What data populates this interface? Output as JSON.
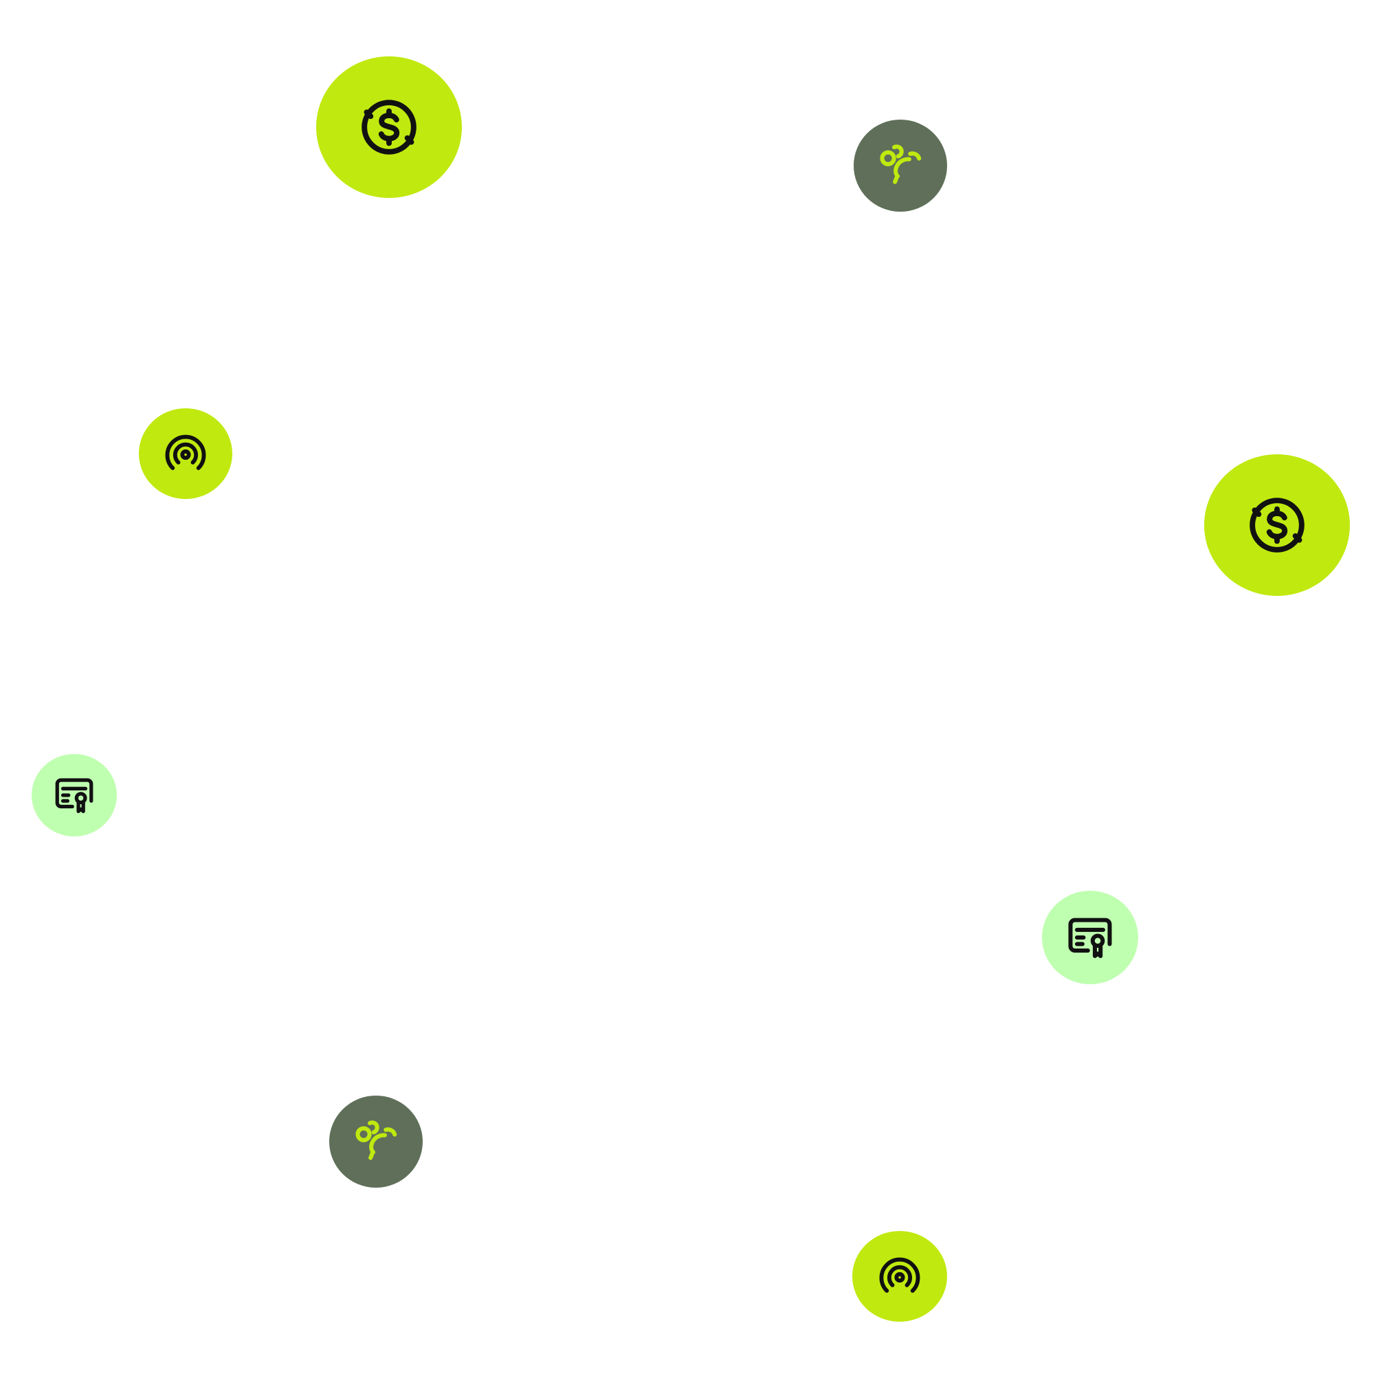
{
  "colors": {
    "background": "#ffffff",
    "lime": "#c0e90f",
    "olive": "#5f6f59",
    "mint": "#bfffb0",
    "icon_dark": "#111111",
    "icon_lime": "#c0e90f"
  },
  "bubbles": [
    {
      "icon": "dollar-refresh-icon",
      "fill": "lime"
    },
    {
      "icon": "people-group-icon",
      "fill": "olive"
    },
    {
      "icon": "broadcast-icon",
      "fill": "lime"
    },
    {
      "icon": "dollar-refresh-icon",
      "fill": "lime"
    },
    {
      "icon": "certificate-icon",
      "fill": "mint"
    },
    {
      "icon": "certificate-icon",
      "fill": "mint"
    },
    {
      "icon": "people-group-icon",
      "fill": "olive"
    },
    {
      "icon": "broadcast-icon",
      "fill": "lime"
    }
  ]
}
